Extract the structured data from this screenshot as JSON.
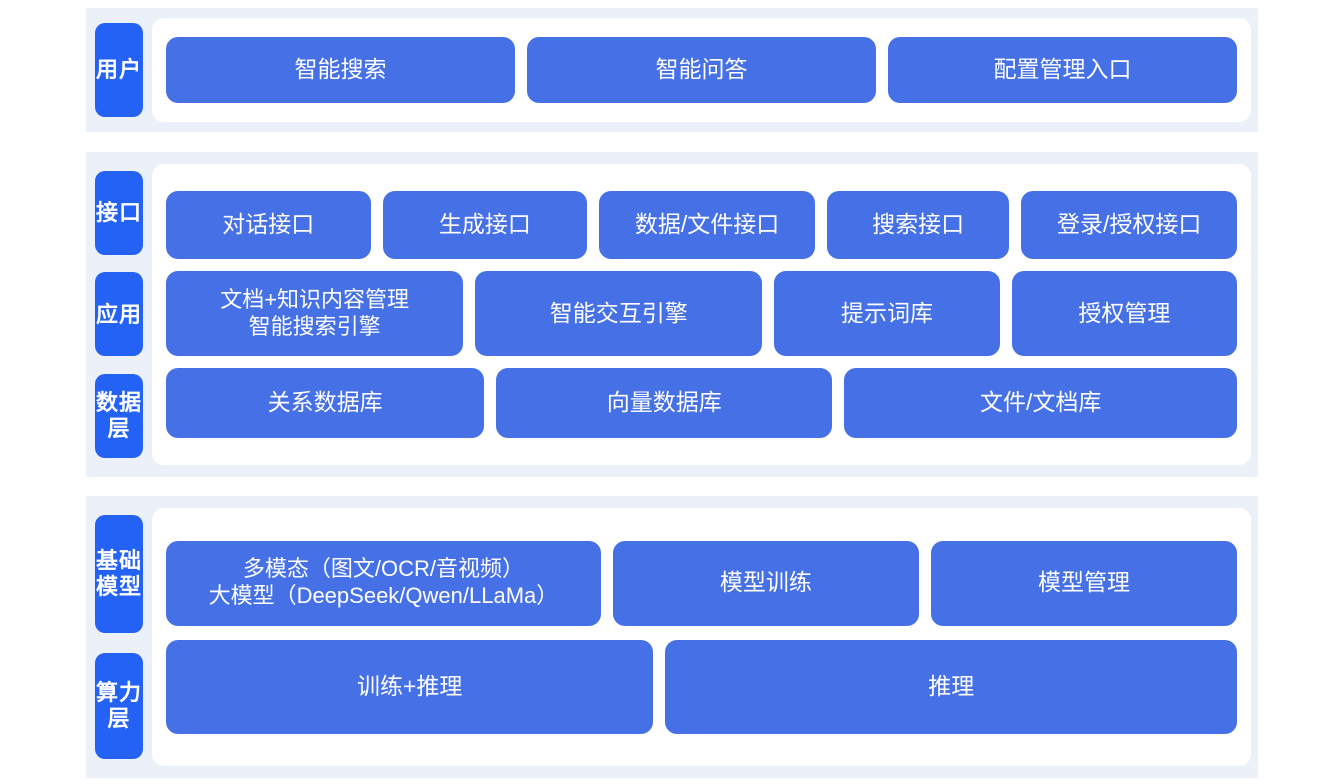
{
  "theme": {
    "page_background": "#ffffff",
    "band_background": "#ebf0f9",
    "panel_background": "#ffffff",
    "tab_color": "#2362f5",
    "box_color": "#4671e6",
    "text_color": "#ffffff"
  },
  "sections": [
    {
      "id": "user",
      "tabs": [
        "用户"
      ],
      "rows": [
        {
          "id": "user-row",
          "boxes": [
            "智能搜索",
            "智能问答",
            "配置管理入口"
          ]
        }
      ]
    },
    {
      "id": "middle",
      "tabs": [
        "接口",
        "应用",
        "数据层"
      ],
      "rows": [
        {
          "id": "interface-row",
          "boxes": [
            "对话接口",
            "生成接口",
            "数据/文件接口",
            "搜索接口",
            "登录/授权接口"
          ]
        },
        {
          "id": "application-row",
          "boxes": [
            "文档+知识内容管理\n智能搜索引擎",
            "智能交互引擎",
            "提示词库",
            "授权管理"
          ]
        },
        {
          "id": "data-row",
          "boxes": [
            "关系数据库",
            "向量数据库",
            "文件/文档库"
          ]
        }
      ]
    },
    {
      "id": "base",
      "tabs": [
        "基础模型",
        "算力层"
      ],
      "rows": [
        {
          "id": "model-row",
          "boxes": [
            "多模态（图文/OCR/音视频）\n大模型（DeepSeek/Qwen/LLaMa）",
            "模型训练",
            "模型管理"
          ]
        },
        {
          "id": "compute-row",
          "boxes": [
            "训练+推理",
            "推理"
          ]
        }
      ]
    }
  ],
  "labels": {
    "user": "用户",
    "interface": "接口",
    "application": "应用",
    "data_layer": "数据层",
    "base_model": "基础模型",
    "compute_layer": "算力层",
    "user_0": "智能搜索",
    "user_1": "智能问答",
    "user_2": "配置管理入口",
    "iface_0": "对话接口",
    "iface_1": "生成接口",
    "iface_2": "数据/文件接口",
    "iface_3": "搜索接口",
    "iface_4": "登录/授权接口",
    "app_0": "文档+知识内容管理\n智能搜索引擎",
    "app_1": "智能交互引擎",
    "app_2": "提示词库",
    "app_3": "授权管理",
    "data_0": "关系数据库",
    "data_1": "向量数据库",
    "data_2": "文件/文档库",
    "model_0": "多模态（图文/OCR/音视频）\n大模型（DeepSeek/Qwen/LLaMa）",
    "model_1": "模型训练",
    "model_2": "模型管理",
    "compute_0": "训练+推理",
    "compute_1": "推理"
  }
}
